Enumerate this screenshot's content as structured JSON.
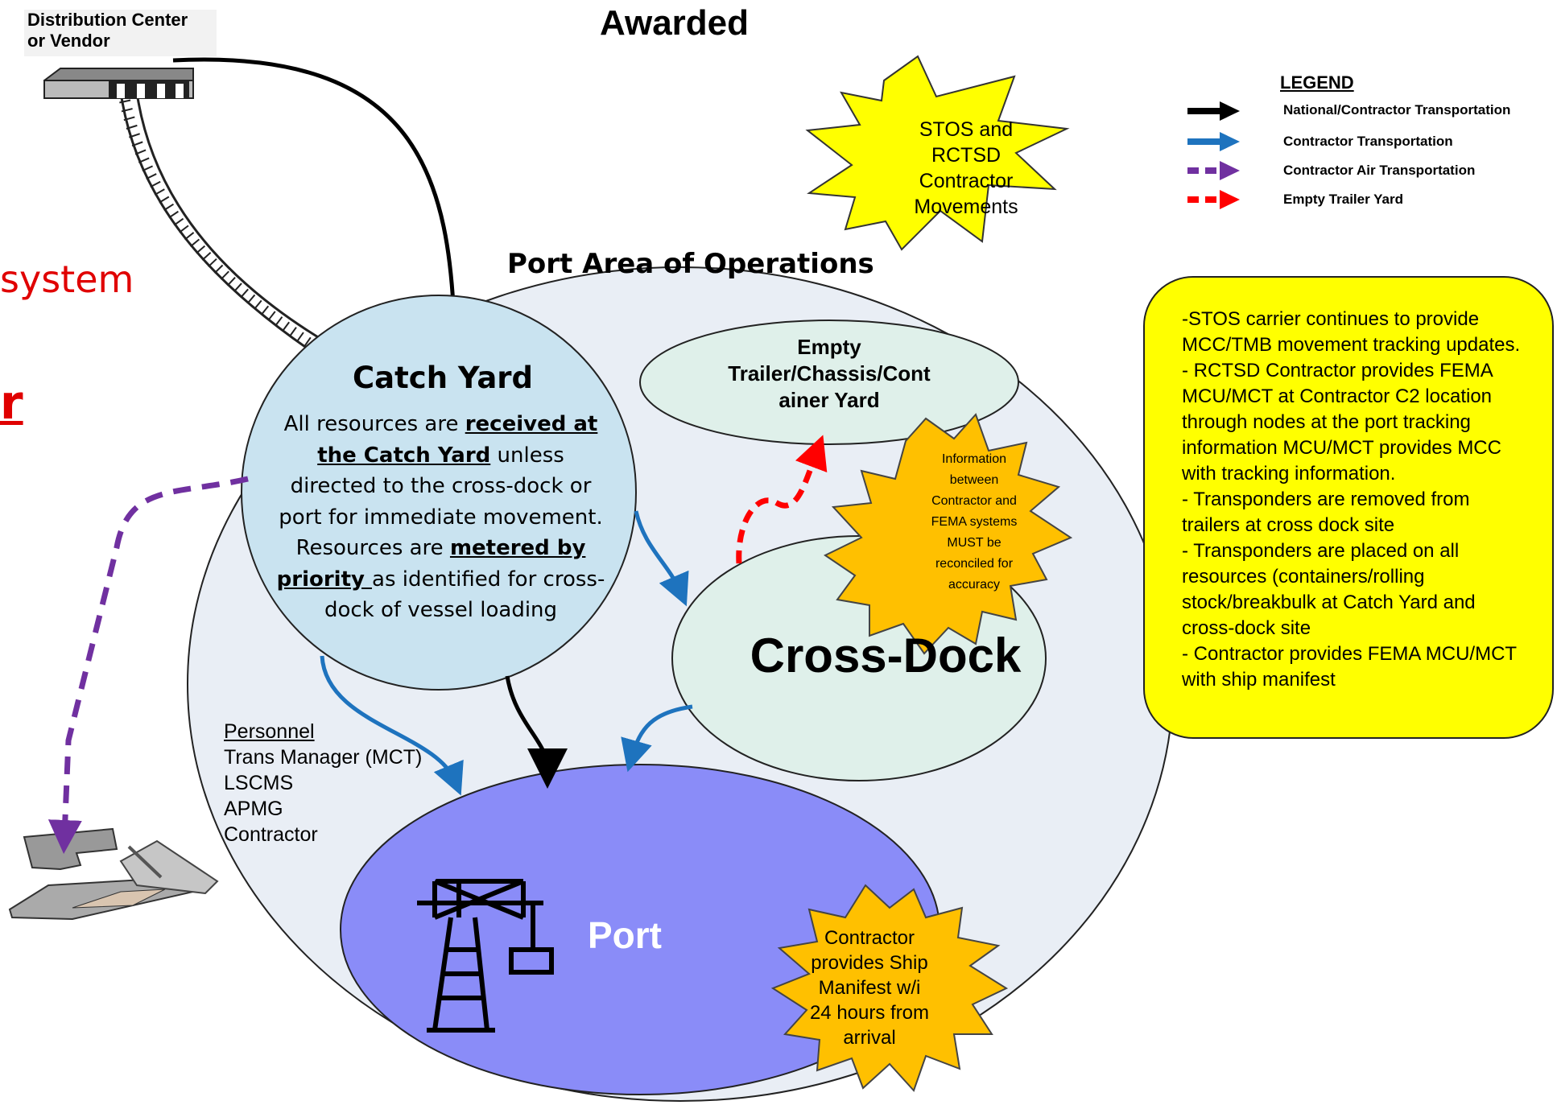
{
  "source_box": {
    "line1": "Distribution Center",
    "line2": "or Vendor"
  },
  "header": {
    "title": "Awarded"
  },
  "side_text": {
    "line1": "system",
    "line2": "r"
  },
  "stos_burst": {
    "lines": [
      "STOS and",
      "RCTSD",
      "Contractor",
      "Movements"
    ]
  },
  "legend": {
    "title": "LEGEND",
    "items": [
      {
        "label": "National/Contractor Transportation",
        "color": "#000000",
        "style": "solid"
      },
      {
        "label": "Contractor Transportation",
        "color": "#1e73be",
        "style": "solid"
      },
      {
        "label": "Contractor Air Transportation",
        "color": "#7030a0",
        "style": "dashed"
      },
      {
        "label": "Empty Trailer Yard",
        "color": "#ff0000",
        "style": "dashed"
      }
    ]
  },
  "notes": {
    "lines": [
      "-STOS carrier continues to provide MCC/TMB movement tracking updates.",
      "- RCTSD Contractor provides FEMA MCU/MCT at Contractor C2 location through nodes at the port tracking information MCU/MCT provides MCC with tracking information.",
      "- Transponders are removed from trailers at cross dock site",
      "- Transponders are placed on all resources (containers/rolling stock/breakbulk at Catch Yard and cross-dock site",
      "- Contractor provides FEMA MCU/MCT with ship manifest"
    ]
  },
  "port_area": {
    "label": "Port Area of Operations"
  },
  "catch_yard": {
    "title": "Catch Yard",
    "t1": "All resources are ",
    "u1": "received at the Catch Yard",
    "t2": " unless directed to the cross-dock or port for immediate movement. Resources are ",
    "u2": "metered by priority ",
    "t3": "as identified for cross-dock of vessel loading"
  },
  "empty_yard": {
    "lines": [
      "Empty",
      "Trailer/Chassis/Cont",
      "ainer Yard"
    ]
  },
  "info_burst": {
    "lines": [
      "Information",
      "between",
      "Contractor and",
      "FEMA systems",
      "MUST be",
      "reconciled for",
      "accuracy"
    ]
  },
  "cross_dock": {
    "label": "Cross-Dock"
  },
  "port": {
    "label": "Port"
  },
  "personnel": {
    "heading": "Personnel",
    "items": [
      "Trans Manager (MCT)",
      "LSCMS",
      "APMG",
      "Contractor"
    ]
  },
  "manifest_burst": {
    "lines": [
      "Contractor",
      "provides Ship",
      "Manifest w/i",
      "24 hours from",
      "arrival"
    ]
  },
  "colors": {
    "area_fill": "#e9eef5",
    "catch_fill": "#c9e3f0",
    "pale_fill": "#dff0ea",
    "port_fill": "#8a8cf8",
    "burst_yellow": "#ffff00",
    "burst_orange": "#ffc000"
  }
}
